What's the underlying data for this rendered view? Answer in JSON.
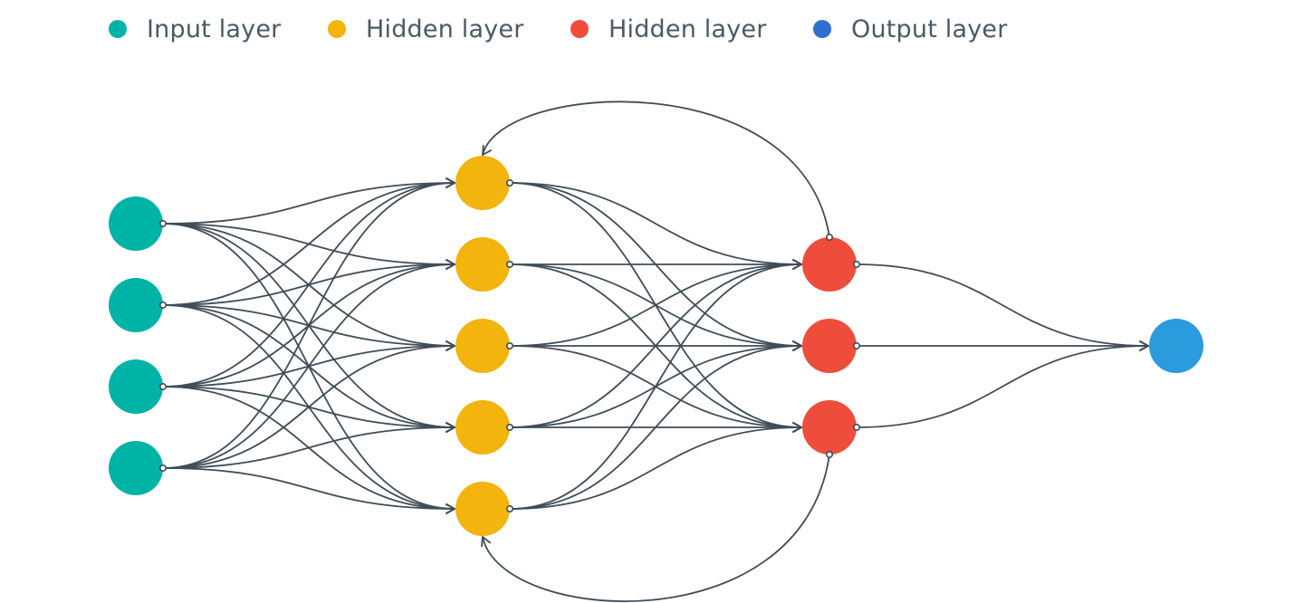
{
  "legend": [
    {
      "label": "Input layer",
      "color": "#00b3a7"
    },
    {
      "label": "Hidden layer",
      "color": "#f2b40d"
    },
    {
      "label": "Hidden layer",
      "color": "#ee4d3b"
    },
    {
      "label": "Output layer",
      "color": "#2e6fd0"
    }
  ],
  "network": {
    "layers": [
      {
        "node_count": 4,
        "color": "#00b3a7"
      },
      {
        "node_count": 5,
        "color": "#f2b40d"
      },
      {
        "node_count": 3,
        "color": "#ee4d3b"
      },
      {
        "node_count": 1,
        "color": "#2a9bdc"
      }
    ],
    "connections": "fully connected between adjacent layers",
    "recurrent_connections": [
      {
        "from": "hidden-layer-2 node 1",
        "to": "hidden-layer-1 node 1"
      },
      {
        "from": "hidden-layer-2 node 3",
        "to": "hidden-layer-1 node 5"
      }
    ],
    "edge_color": "#3f4d57"
  }
}
